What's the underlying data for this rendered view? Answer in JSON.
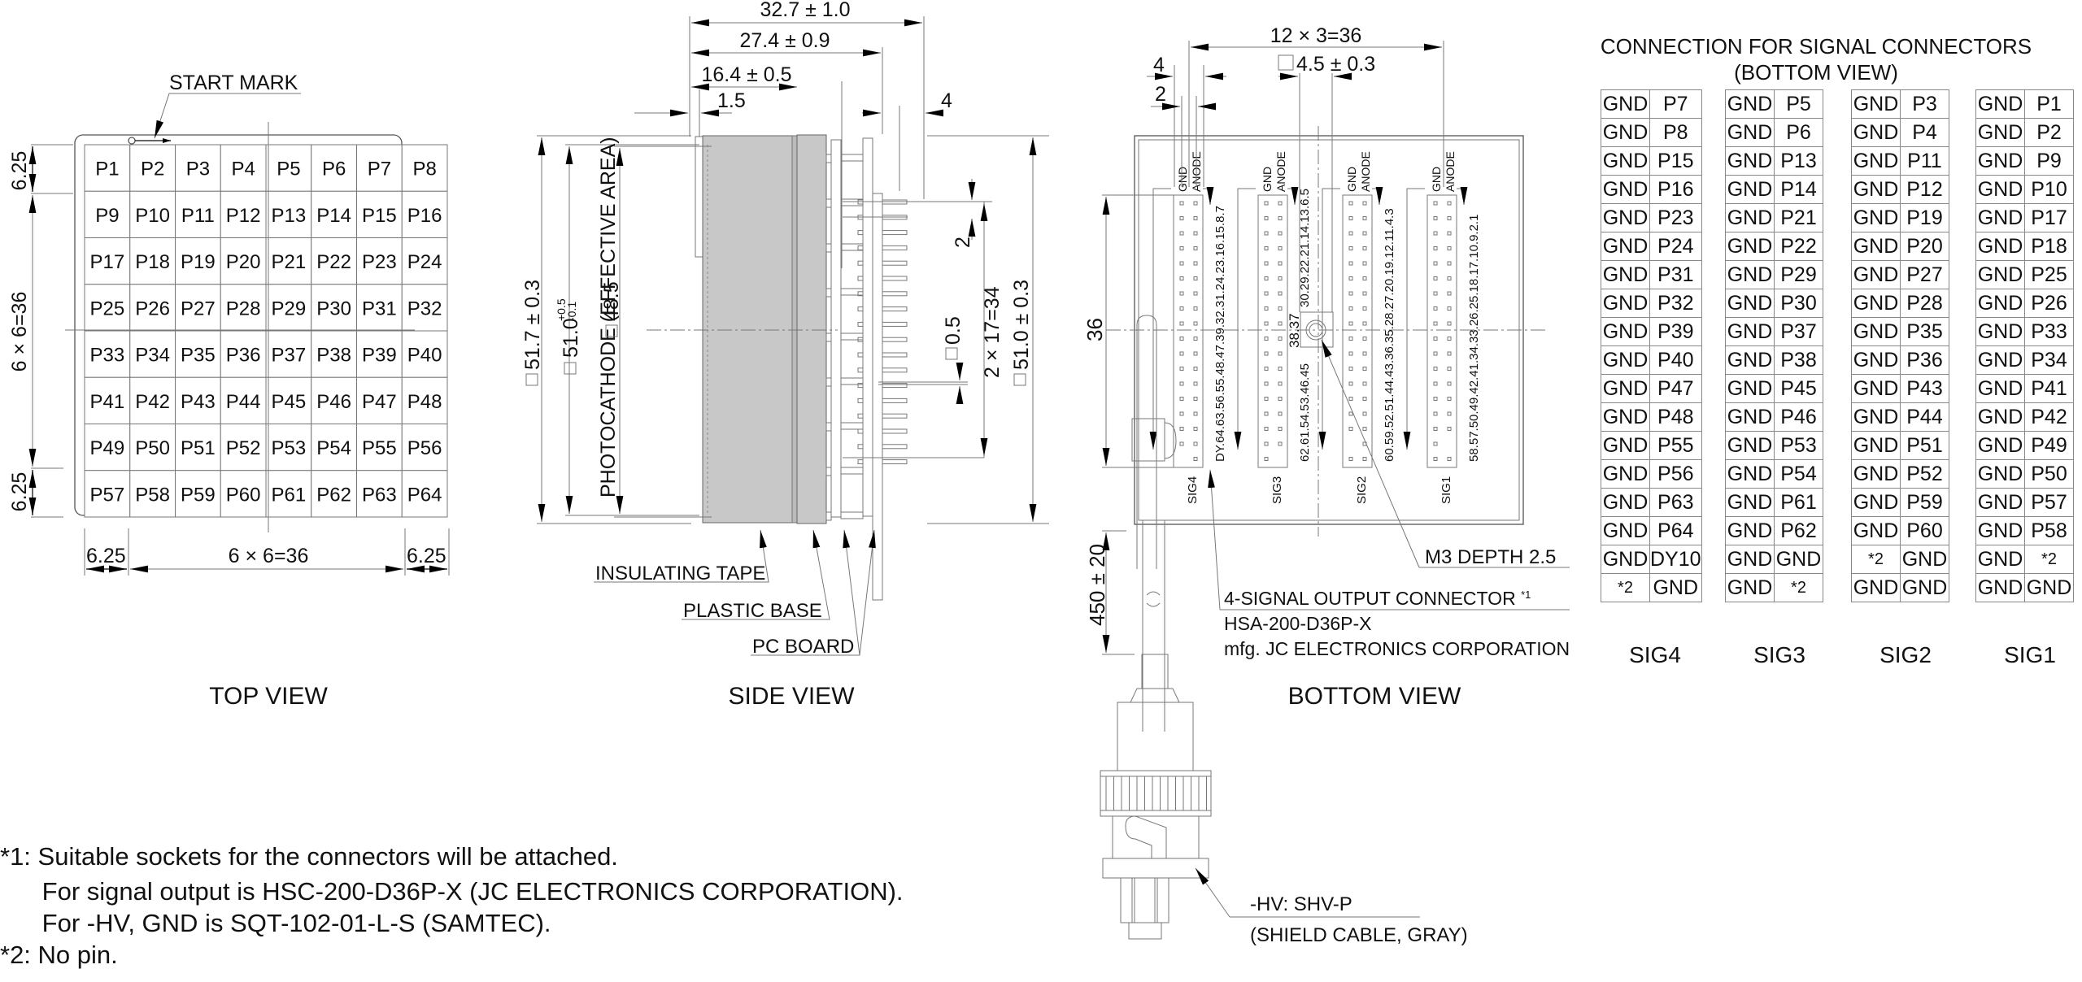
{
  "top_view": {
    "title": "TOP VIEW",
    "start_mark_label": "START MARK",
    "pixel_grid": [
      [
        "P1",
        "P2",
        "P3",
        "P4",
        "P5",
        "P6",
        "P7",
        "P8"
      ],
      [
        "P9",
        "P10",
        "P11",
        "P12",
        "P13",
        "P14",
        "P15",
        "P16"
      ],
      [
        "P17",
        "P18",
        "P19",
        "P20",
        "P21",
        "P22",
        "P23",
        "P24"
      ],
      [
        "P25",
        "P26",
        "P27",
        "P28",
        "P29",
        "P30",
        "P31",
        "P32"
      ],
      [
        "P33",
        "P34",
        "P35",
        "P36",
        "P37",
        "P38",
        "P39",
        "P40"
      ],
      [
        "P41",
        "P42",
        "P43",
        "P44",
        "P45",
        "P46",
        "P47",
        "P48"
      ],
      [
        "P49",
        "P50",
        "P51",
        "P52",
        "P53",
        "P54",
        "P55",
        "P56"
      ],
      [
        "P57",
        "P58",
        "P59",
        "P60",
        "P61",
        "P62",
        "P63",
        "P64"
      ]
    ],
    "dim_top_margin": "6.25",
    "dim_bottom_margin": "6.25",
    "dim_vertical_pitch": "6 × 6=36",
    "dim_left_margin": "6.25",
    "dim_right_margin": "6.25",
    "dim_horizontal_pitch": "6 × 6=36"
  },
  "side_view": {
    "title": "SIDE VIEW",
    "dim_overall_length": "32.7 ± 1.0",
    "dim_body_length": "27.4 ± 0.9",
    "dim_tube_length": "16.4 ± 0.5",
    "dim_window": "1.5",
    "dim_pin_length": "4",
    "dim_outer_square": "51.7 ± 0.3",
    "dim_inner_square": "51.0",
    "dim_inner_tol_plus": "+0.5",
    "dim_inner_tol_minus": "-0.1",
    "photocathode_label": "PHOTOCATHODE (EFFECTIVE AREA)",
    "dim_photocathode": "48.5",
    "dim_pin_pitch": "2",
    "dim_pin_square": "0.5",
    "dim_pin_span": "2 × 17=34",
    "dim_base_square": "51.0 ± 0.3",
    "label_insulating_tape": "INSULATING TAPE",
    "label_plastic_base": "PLASTIC BASE",
    "label_pc_board": "PC BOARD"
  },
  "bottom_view": {
    "title": "BOTTOM VIEW",
    "dim_connector_span": "12 × 3=36",
    "dim_boss": "4.5 ± 0.3",
    "dim_4": "4",
    "dim_2": "2",
    "dim_36": "36",
    "dim_cable": "450 ± 20",
    "connectors": [
      {
        "name": "SIG4",
        "gnd": "GND",
        "anode": "ANODE",
        "pins": "DY.64.63.56.55.48.47.39.32.31.24.23.16.15.8.7"
      },
      {
        "name": "SIG3",
        "gnd": "GND",
        "anode": "ANODE",
        "pins_top": "30.29.22.21.14.13.6.5",
        "pins_mid": "38.37",
        "pins_bottom": "62.61.54.53.46.45"
      },
      {
        "name": "SIG2",
        "gnd": "GND",
        "anode": "ANODE",
        "pins": "60.59.52.51.44.43.36.35.28.27.20.19.12.11.4.3"
      },
      {
        "name": "SIG1",
        "gnd": "GND",
        "anode": "ANODE",
        "pins": "58.57.50.49.42.41.34.33.26.25.18.17.10.9.2.1"
      }
    ],
    "label_m3": "M3 DEPTH 2.5",
    "label_connector": "4-SIGNAL OUTPUT CONNECTOR",
    "label_connector_note": "*1",
    "label_connector_part": "HSA-200-D36P-X",
    "label_connector_mfg": "mfg. JC ELECTRONICS CORPORATION",
    "label_hv": "-HV: SHV-P",
    "label_hv_cable": "(SHIELD CABLE, GRAY)"
  },
  "connection_table": {
    "title_line1": "CONNECTION FOR SIGNAL CONNECTORS",
    "title_line2": "(BOTTOM VIEW)",
    "tables": [
      {
        "caption": "SIG4",
        "rows": [
          [
            "GND",
            "P7"
          ],
          [
            "GND",
            "P8"
          ],
          [
            "GND",
            "P15"
          ],
          [
            "GND",
            "P16"
          ],
          [
            "GND",
            "P23"
          ],
          [
            "GND",
            "P24"
          ],
          [
            "GND",
            "P31"
          ],
          [
            "GND",
            "P32"
          ],
          [
            "GND",
            "P39"
          ],
          [
            "GND",
            "P40"
          ],
          [
            "GND",
            "P47"
          ],
          [
            "GND",
            "P48"
          ],
          [
            "GND",
            "P55"
          ],
          [
            "GND",
            "P56"
          ],
          [
            "GND",
            "P63"
          ],
          [
            "GND",
            "P64"
          ],
          [
            "GND",
            "DY10"
          ],
          [
            "*2",
            "GND"
          ]
        ]
      },
      {
        "caption": "SIG3",
        "rows": [
          [
            "GND",
            "P5"
          ],
          [
            "GND",
            "P6"
          ],
          [
            "GND",
            "P13"
          ],
          [
            "GND",
            "P14"
          ],
          [
            "GND",
            "P21"
          ],
          [
            "GND",
            "P22"
          ],
          [
            "GND",
            "P29"
          ],
          [
            "GND",
            "P30"
          ],
          [
            "GND",
            "P37"
          ],
          [
            "GND",
            "P38"
          ],
          [
            "GND",
            "P45"
          ],
          [
            "GND",
            "P46"
          ],
          [
            "GND",
            "P53"
          ],
          [
            "GND",
            "P54"
          ],
          [
            "GND",
            "P61"
          ],
          [
            "GND",
            "P62"
          ],
          [
            "GND",
            "GND"
          ],
          [
            "GND",
            "*2"
          ]
        ]
      },
      {
        "caption": "SIG2",
        "rows": [
          [
            "GND",
            "P3"
          ],
          [
            "GND",
            "P4"
          ],
          [
            "GND",
            "P11"
          ],
          [
            "GND",
            "P12"
          ],
          [
            "GND",
            "P19"
          ],
          [
            "GND",
            "P20"
          ],
          [
            "GND",
            "P27"
          ],
          [
            "GND",
            "P28"
          ],
          [
            "GND",
            "P35"
          ],
          [
            "GND",
            "P36"
          ],
          [
            "GND",
            "P43"
          ],
          [
            "GND",
            "P44"
          ],
          [
            "GND",
            "P51"
          ],
          [
            "GND",
            "P52"
          ],
          [
            "GND",
            "P59"
          ],
          [
            "GND",
            "P60"
          ],
          [
            "*2",
            "GND"
          ],
          [
            "GND",
            "GND"
          ]
        ]
      },
      {
        "caption": "SIG1",
        "rows": [
          [
            "GND",
            "P1"
          ],
          [
            "GND",
            "P2"
          ],
          [
            "GND",
            "P9"
          ],
          [
            "GND",
            "P10"
          ],
          [
            "GND",
            "P17"
          ],
          [
            "GND",
            "P18"
          ],
          [
            "GND",
            "P25"
          ],
          [
            "GND",
            "P26"
          ],
          [
            "GND",
            "P33"
          ],
          [
            "GND",
            "P34"
          ],
          [
            "GND",
            "P41"
          ],
          [
            "GND",
            "P42"
          ],
          [
            "GND",
            "P49"
          ],
          [
            "GND",
            "P50"
          ],
          [
            "GND",
            "P57"
          ],
          [
            "GND",
            "P58"
          ],
          [
            "GND",
            "*2"
          ],
          [
            "GND",
            "GND"
          ]
        ]
      }
    ]
  },
  "notes": [
    "*1: Suitable sockets for the connectors will be attached.",
    "      For signal output is HSC-200-D36P-X (JC ELECTRONICS CORPORATION).",
    "      For -HV, GND is SQT-102-01-L-S (SAMTEC).",
    "*2: No pin."
  ],
  "colors": {
    "body_fill": "#c8c8c8",
    "line": "#555555",
    "text": "#111111"
  }
}
